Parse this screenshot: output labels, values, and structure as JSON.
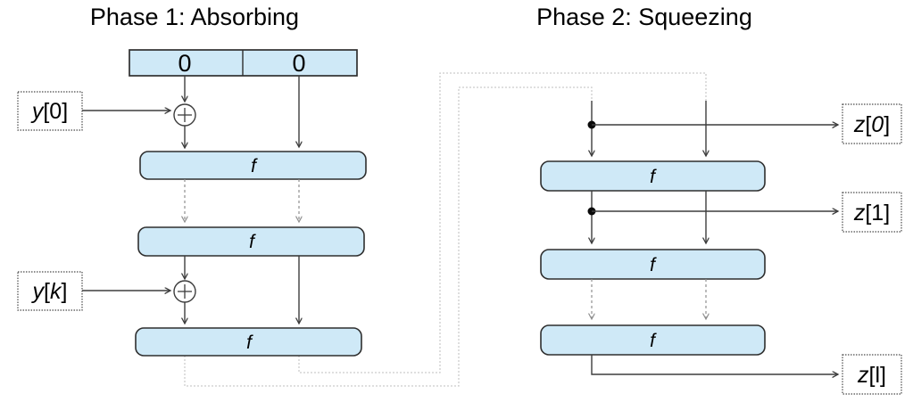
{
  "colors": {
    "background": "#ffffff",
    "node_fill": "#cfe9f7",
    "node_stroke": "#2f2f2f",
    "arrow": "#3d3d3d",
    "dashed_arrow": "#8f8f8f",
    "wrap_line": "#cccccc"
  },
  "titles": {
    "phase1": "Phase 1: Absorbing",
    "phase2": "Phase 2: Squeezing"
  },
  "register": {
    "cells": [
      "0",
      "0"
    ]
  },
  "function_label": "f",
  "io": {
    "y0": {
      "name": "y",
      "open": "[",
      "index": "0",
      "close": "]"
    },
    "yk": {
      "name": "y",
      "open": "[",
      "index": "k",
      "close": "]"
    },
    "z0": {
      "name": "z",
      "open": "[",
      "index": "0",
      "close": "]"
    },
    "z1": {
      "name": "z",
      "open": "[",
      "index": "1",
      "close": "]"
    },
    "zl": {
      "name": "z",
      "open": "[",
      "index": "l",
      "close": "]"
    }
  }
}
